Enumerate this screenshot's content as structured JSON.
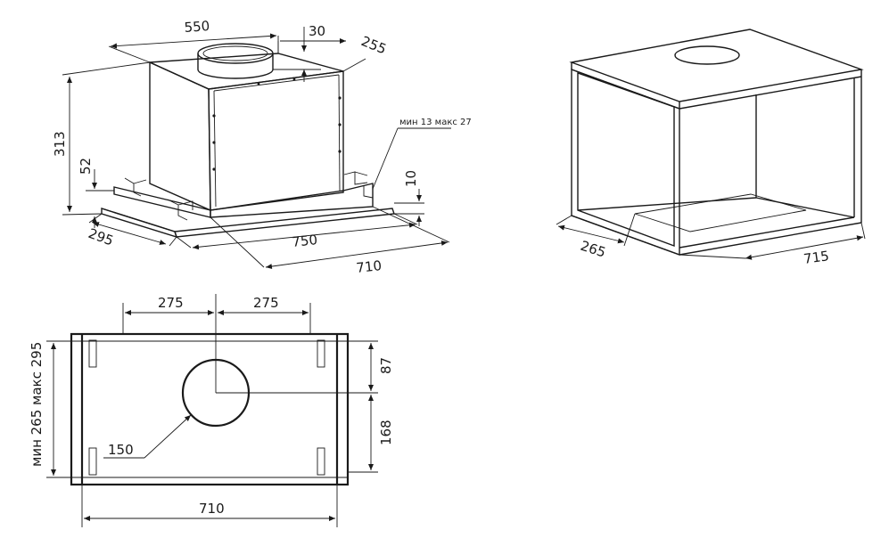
{
  "hood_view": {
    "labels": {
      "width_top": "550",
      "collar_offset": "30",
      "depth_top": "255",
      "height_total": "313",
      "height_bottom": "52",
      "adjust_range": "мин 13 макс 27",
      "panel_thickness": "10",
      "panel_depth": "295",
      "panel_width": "750",
      "body_width": "710"
    }
  },
  "cabinet_view": {
    "labels": {
      "depth": "265",
      "width": "715"
    }
  },
  "plan_view": {
    "labels": {
      "left_half": "275",
      "right_half": "275",
      "depth_range": "мин 265 макс 295",
      "hole_offset_top": "87",
      "hole_offset_bottom": "168",
      "hole_diameter": "150",
      "overall_width": "710"
    }
  }
}
